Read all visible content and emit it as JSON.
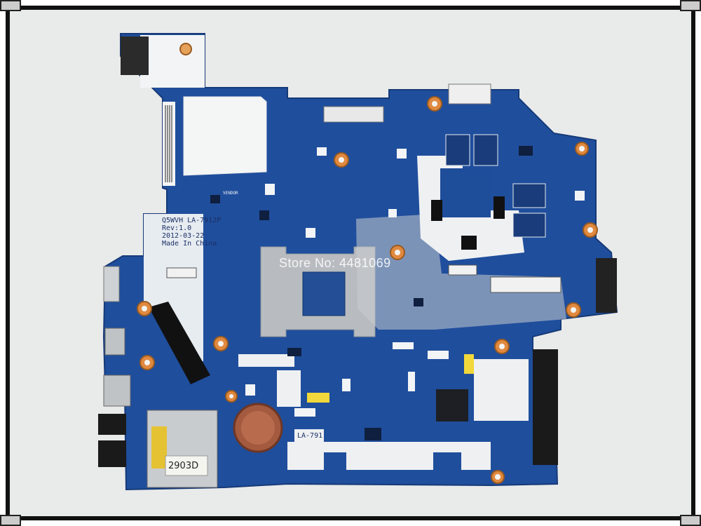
{
  "board": {
    "model": "Q5WVH LA-7912P",
    "revision": "Rev:1.0",
    "date": "2012-03-22",
    "origin": "Made In China",
    "silkscreen_label": "LA-791",
    "sticker_code": "2903D",
    "vendor_text": "VENDOR"
  },
  "watermark": "Store No: 4481069",
  "colors": {
    "pcb": "#1f4e9c",
    "pcb_dark": "#173d7e",
    "silk": "#f2f4f6",
    "heatsink": "#b8bcc0",
    "pad": "#e07a2e",
    "background": "#e9eaea"
  }
}
